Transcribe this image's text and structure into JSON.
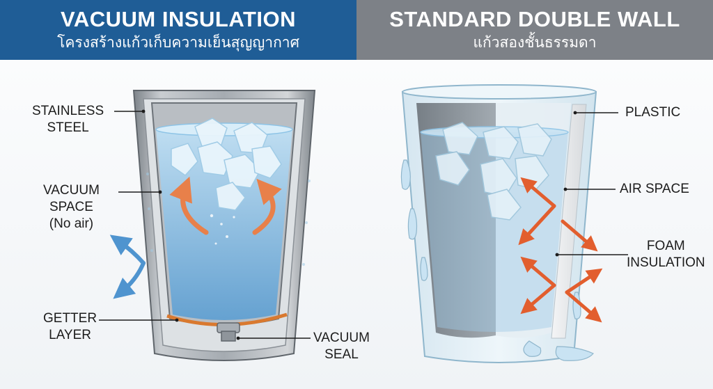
{
  "colors": {
    "left_header": "#1f5d96",
    "right_header": "#7d8187",
    "steel": "#9aa0a6",
    "water": "#6fb0de",
    "warm_arrow": "#e8804a",
    "cool_arrow": "#4f94cf",
    "heat_arrow": "#e25e2e",
    "foam": "#e4e6e8",
    "getter": "#d9792f"
  },
  "left": {
    "title": "VACUUM INSULATION",
    "subtitle": "โครงสร้างแก้วเก็บความเย็นสุญญากาศ",
    "labels": {
      "stainless_steel": [
        "STAINLESS",
        "STEEL"
      ],
      "vacuum_space": [
        "VACUUM",
        "SPACE",
        "(No air)"
      ],
      "getter_layer": [
        "GETTER",
        "LAYER"
      ],
      "vacuum_seal": [
        "VACUUM",
        "SEAL"
      ]
    }
  },
  "right": {
    "title": "STANDARD DOUBLE WALL",
    "subtitle": "แก้วสองชั้นธรรมดา",
    "labels": {
      "plastic": [
        "PLASTIC"
      ],
      "air_space": [
        "AIR SPACE"
      ],
      "foam_insulation": [
        "FOAM",
        "INSULATION"
      ]
    }
  }
}
